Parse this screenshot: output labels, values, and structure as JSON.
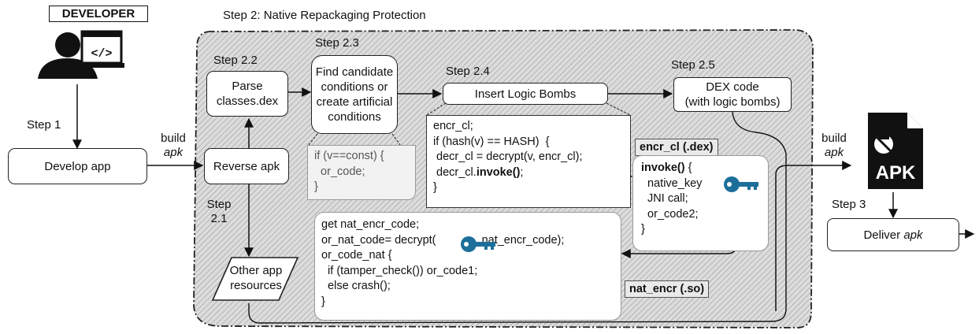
{
  "developer": {
    "label": "DEVELOPER"
  },
  "step1": {
    "label": "Step 1",
    "box": "Develop app"
  },
  "build1": {
    "line1": "build",
    "line2": "apk"
  },
  "step2": {
    "title": "Step 2: Native Repackaging Protection"
  },
  "step2_1": {
    "label_line1": "Step",
    "label_line2": "2.1",
    "box": "Reverse apk"
  },
  "step2_2": {
    "label": "Step 2.2",
    "box_line1": "Parse",
    "box_line2": "classes.dex"
  },
  "step2_3": {
    "label": "Step 2.3",
    "box_line1": "Find candidate",
    "box_line2": "conditions or",
    "box_line3": "create artificial",
    "box_line4": "conditions"
  },
  "step2_4": {
    "label": "Step 2.4",
    "box": "Insert Logic Bombs"
  },
  "step2_5": {
    "label": "Step 2.5",
    "box_line1": "DEX code",
    "box_line2": "(with logic bombs)"
  },
  "candidate_code": {
    "line1": "if (v==const) {",
    "line2": "  or_code;",
    "line3": "}"
  },
  "bomb_code": {
    "line1": "encr_cl;",
    "line2": "if (hash(v) == HASH)  {",
    "line3": " decr_cl = decrypt(v, encr_cl);",
    "line4_pre": " decr_cl.",
    "line4_bold": "invoke()",
    "line4_post": ";",
    "line5": "}"
  },
  "encr_tag": {
    "label": "encr_cl (.dex)"
  },
  "invoke_code": {
    "line1_bold": "invoke()",
    "line1_post": " {",
    "line2": "  native_key",
    "line3": "  JNI call;",
    "line4": "  or_code2;",
    "line5": "}"
  },
  "native_code": {
    "line1": "get nat_encr_code;",
    "line2_pre": "or_nat_code= decrypt(",
    "line2_post": " , nat_encr_code);",
    "line3": "or_code_nat {",
    "line4": "  if (tamper_check()) or_code1;",
    "line5": "  else crash();",
    "line6": "}"
  },
  "nat_tag": {
    "label": "nat_encr (.so)"
  },
  "resources": {
    "line1": "Other app",
    "line2": "resources"
  },
  "build2": {
    "line1": "build",
    "line2": "apk"
  },
  "apk_icon": {
    "label": "APK"
  },
  "step3": {
    "label": "Step 3",
    "box_pre": "Deliver ",
    "box_italic": "apk"
  },
  "colors": {
    "hatch": "#c8c8c8",
    "key": "#1d6f9a",
    "ink": "#222222"
  }
}
